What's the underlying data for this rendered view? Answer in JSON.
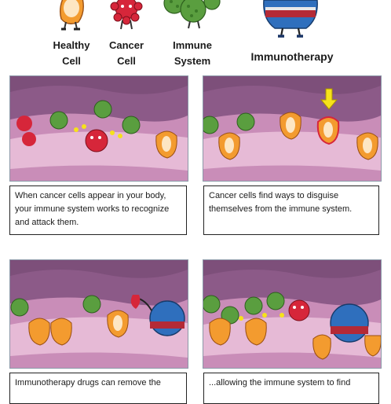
{
  "legend": {
    "healthy_label": "Healthy Cell",
    "cancer_label": "Cancer Cell",
    "immune_label": "Immune System",
    "hero_title": "Immunotherapy"
  },
  "colors": {
    "healthy_cell": "#f39b2f",
    "cancer_cell": "#d6263a",
    "immune_cell": "#5a9e3f",
    "hero_blue": "#2f6fbd",
    "hero_red": "#b42a36",
    "sky": "#7d4f7a",
    "ground": "#e6bad6",
    "arrow": "#f6e21a"
  },
  "icons": {
    "arrow": "yellow-down-arrow-icon",
    "signal": "yellow-dot-trail-icon"
  },
  "panels": [
    {
      "caption": "When cancer cells appear in your body, your immune system works to recognize and attack them."
    },
    {
      "caption": "Cancer cells find ways to disguise themselves from the immune system."
    },
    {
      "caption": "Immunotherapy drugs can remove the"
    },
    {
      "caption": "...allowing the immune system to find"
    }
  ]
}
